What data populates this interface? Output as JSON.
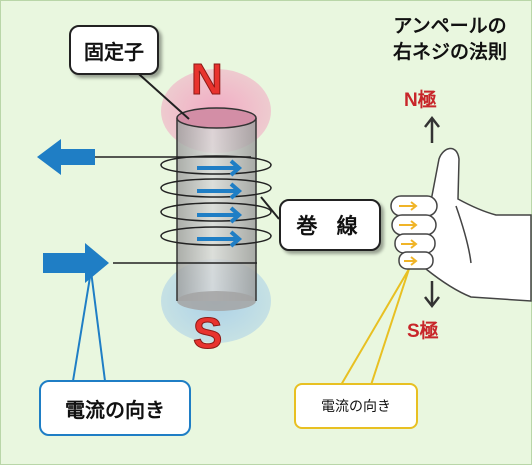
{
  "labels": {
    "stator": "固定子",
    "coil": "巻 線",
    "current_direction_left": "電流の向き",
    "current_direction_right": "電流の向き",
    "pole_n": "N",
    "pole_s": "S",
    "rule_title_line1": "アンペールの",
    "rule_title_line2": "右ネジの法則",
    "n_pole": "N極",
    "s_pole": "S極"
  },
  "colors": {
    "background": "#e9f7df",
    "north_glow": "#f2a7c2",
    "south_glow": "#a9cfe8",
    "pole_text": "#e8332e",
    "current_arrow": "#1f7ec5",
    "hand_arrow": "#f0b428",
    "callout_blue": "#1f7ec5",
    "callout_yellow": "#e8c022"
  },
  "icons": [
    "left-arrow-icon",
    "right-arrow-icon",
    "up-arrow-icon",
    "down-arrow-icon",
    "right-hand-icon"
  ]
}
